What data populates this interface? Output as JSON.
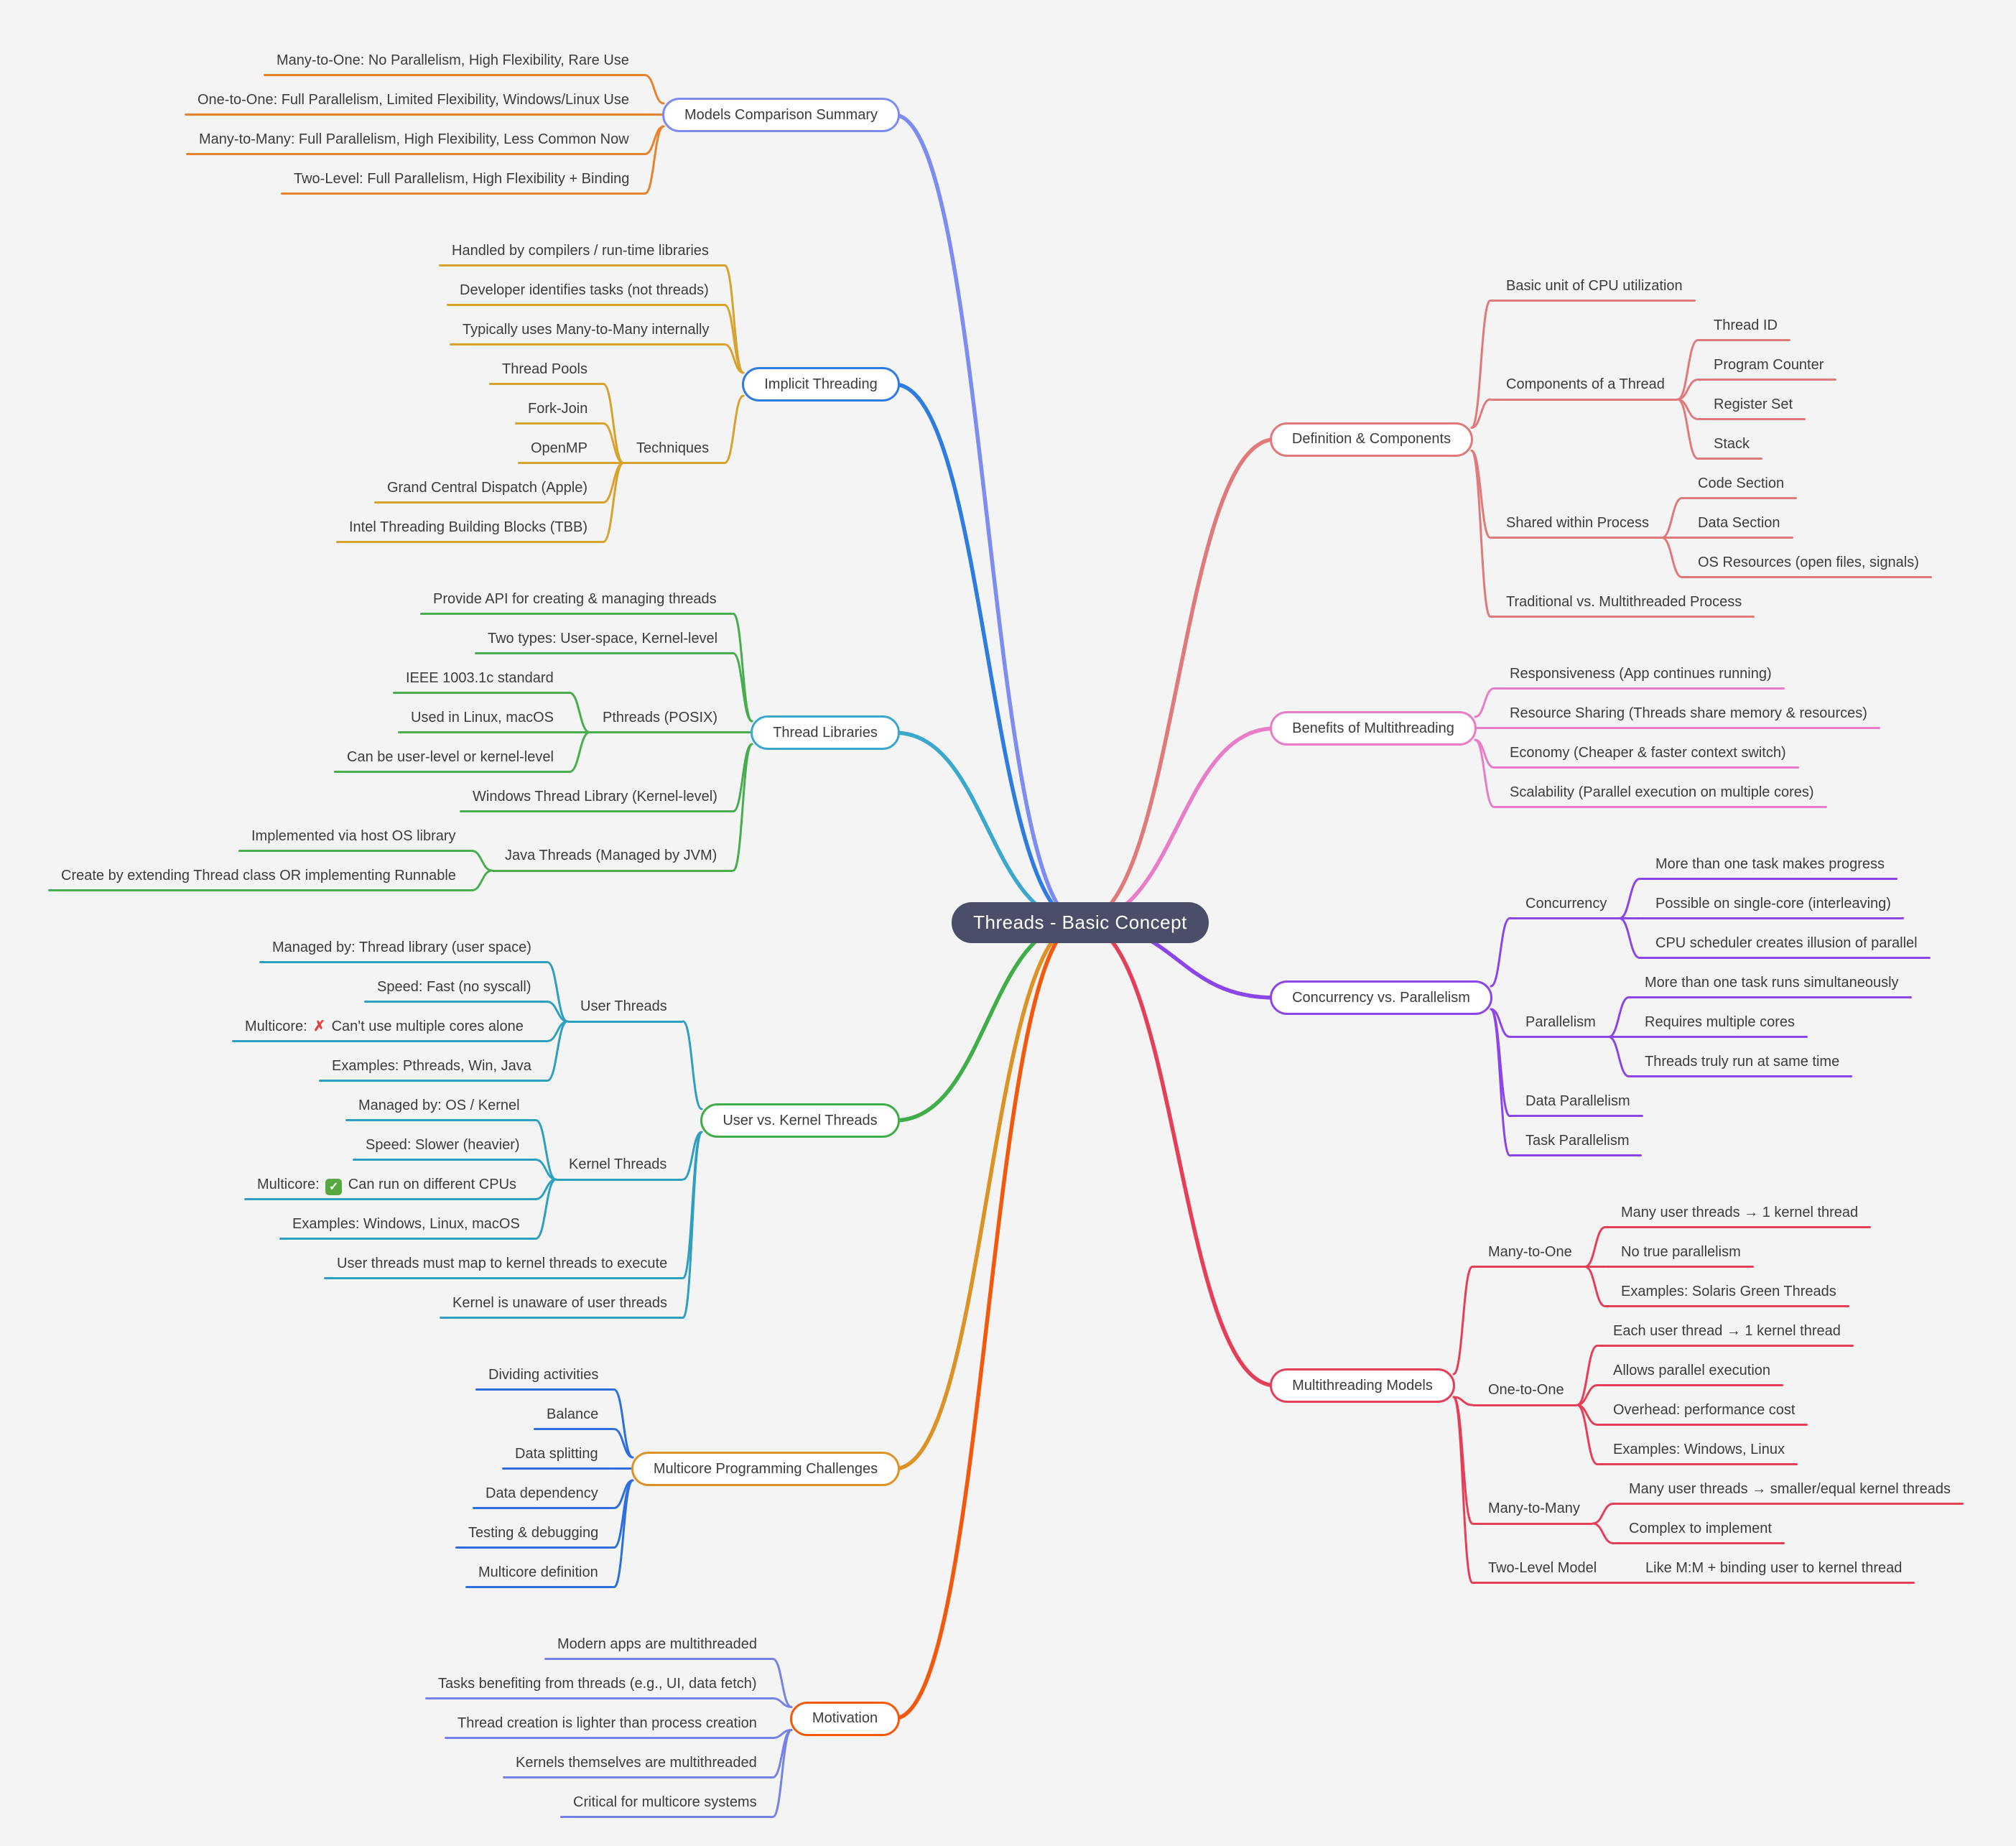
{
  "root": {
    "label": "Threads - Basic Concept"
  },
  "colors": {
    "canvas_bg": "#F4F4F4",
    "central_bg": "#4B4E68",
    "central_text": "#FFFFFF",
    "label_text": "#3A3C40",
    "cross_icon": "#E3413F",
    "check_icon": "#55A93F"
  },
  "left": [
    {
      "label": "Models Comparison Summary",
      "node_color": "#7D8CF0",
      "branch_color": "#E8832D",
      "children": [
        {
          "label": "Many-to-One: No Parallelism, High Flexibility, Rare Use"
        },
        {
          "label": "One-to-One: Full Parallelism, Limited Flexibility, Windows/Linux Use"
        },
        {
          "label": "Many-to-Many: Full Parallelism, High Flexibility, Less Common Now"
        },
        {
          "label": "Two-Level: Full Parallelism, High Flexibility + Binding"
        }
      ]
    },
    {
      "label": "Implicit Threading",
      "node_color": "#2E7CE0",
      "branch_color": "#D9A12E",
      "children": [
        {
          "label": "Handled by compilers / run-time libraries"
        },
        {
          "label": "Developer identifies tasks (not threads)"
        },
        {
          "label": "Typically uses Many-to-Many internally"
        },
        {
          "label": "Techniques",
          "children": [
            {
              "label": "Thread Pools"
            },
            {
              "label": "Fork-Join"
            },
            {
              "label": "OpenMP"
            },
            {
              "label": "Grand Central Dispatch (Apple)"
            },
            {
              "label": "Intel Threading Building Blocks (TBB)"
            }
          ]
        }
      ]
    },
    {
      "label": "Thread Libraries",
      "node_color": "#3AA8CC",
      "branch_color": "#47AD4E",
      "children": [
        {
          "label": "Provide API for creating & managing threads"
        },
        {
          "label": "Two types: User-space, Kernel-level"
        },
        {
          "label": "Pthreads (POSIX)",
          "children": [
            {
              "label": "IEEE 1003.1c standard"
            },
            {
              "label": "Used in Linux, macOS"
            },
            {
              "label": "Can be user-level or kernel-level"
            }
          ]
        },
        {
          "label": "Windows Thread Library (Kernel-level)"
        },
        {
          "label": "Java Threads (Managed by JVM)",
          "children": [
            {
              "label": "Implemented via host OS library"
            },
            {
              "label": "Create by extending Thread class OR implementing Runnable"
            }
          ]
        }
      ]
    },
    {
      "label": "User vs. Kernel Threads",
      "node_color": "#3FAE49",
      "branch_color": "#2E9FC0",
      "children": [
        {
          "label": "User Threads",
          "children": [
            {
              "label": "Managed by: Thread library (user space)"
            },
            {
              "label": "Speed: Fast (no syscall)"
            },
            {
              "label": "Multicore: ❌ Can't use multiple cores alone"
            },
            {
              "label": "Examples: Pthreads, Win, Java"
            }
          ]
        },
        {
          "label": "Kernel Threads",
          "children": [
            {
              "label": "Managed by: OS / Kernel"
            },
            {
              "label": "Speed: Slower (heavier)"
            },
            {
              "label": "Multicore: ✅ Can run on different CPUs"
            },
            {
              "label": "Examples: Windows, Linux, macOS"
            }
          ]
        },
        {
          "label": "User threads must map to kernel threads to execute"
        },
        {
          "label": "Kernel is unaware of user threads"
        }
      ]
    },
    {
      "label": "Multicore Programming Challenges",
      "node_color": "#DD9226",
      "branch_color": "#2E6FE0",
      "children": [
        {
          "label": "Dividing activities"
        },
        {
          "label": "Balance"
        },
        {
          "label": "Data splitting"
        },
        {
          "label": "Data dependency"
        },
        {
          "label": "Testing & debugging"
        },
        {
          "label": "Multicore definition"
        }
      ]
    },
    {
      "label": "Motivation",
      "node_color": "#F2590D",
      "branch_color": "#7583E8",
      "children": [
        {
          "label": "Modern apps are multithreaded"
        },
        {
          "label": "Tasks benefiting from threads (e.g., UI, data fetch)"
        },
        {
          "label": "Thread creation is lighter than process creation"
        },
        {
          "label": "Kernels themselves are multithreaded"
        },
        {
          "label": "Critical for multicore systems"
        }
      ]
    }
  ],
  "right": [
    {
      "label": "Definition & Components",
      "node_color": "#E07A7A",
      "branch_color": "#E07A7A",
      "children": [
        {
          "label": "Basic unit of CPU utilization"
        },
        {
          "label": "Components of a Thread",
          "children": [
            {
              "label": "Thread ID"
            },
            {
              "label": "Program Counter"
            },
            {
              "label": "Register Set"
            },
            {
              "label": "Stack"
            }
          ]
        },
        {
          "label": "Shared within Process",
          "children": [
            {
              "label": "Code Section"
            },
            {
              "label": "Data Section"
            },
            {
              "label": "OS Resources (open files, signals)"
            }
          ]
        },
        {
          "label": "Traditional vs. Multithreaded Process"
        }
      ]
    },
    {
      "label": "Benefits of Multithreading",
      "node_color": "#E87CC8",
      "branch_color": "#E87CC8",
      "children": [
        {
          "label": "Responsiveness (App continues running)"
        },
        {
          "label": "Resource Sharing (Threads share memory & resources)"
        },
        {
          "label": "Economy (Cheaper & faster context switch)"
        },
        {
          "label": "Scalability (Parallel execution on multiple cores)"
        }
      ]
    },
    {
      "label": "Concurrency vs. Parallelism",
      "node_color": "#8B45E8",
      "branch_color": "#8B45E8",
      "children": [
        {
          "label": "Concurrency",
          "children": [
            {
              "label": "More than one task makes progress"
            },
            {
              "label": "Possible on single-core (interleaving)"
            },
            {
              "label": "CPU scheduler creates illusion of parallel"
            }
          ]
        },
        {
          "label": "Parallelism",
          "children": [
            {
              "label": "More than one task runs simultaneously"
            },
            {
              "label": "Requires multiple cores"
            },
            {
              "label": "Threads truly run at same time"
            }
          ]
        },
        {
          "label": "Data Parallelism"
        },
        {
          "label": "Task Parallelism"
        }
      ]
    },
    {
      "label": "Multithreading Models",
      "node_color": "#E43F57",
      "branch_color": "#E43F57",
      "children": [
        {
          "label": "Many-to-One",
          "children": [
            {
              "label": "Many user threads → 1 kernel thread"
            },
            {
              "label": "No true parallelism"
            },
            {
              "label": "Examples: Solaris Green Threads"
            }
          ]
        },
        {
          "label": "One-to-One",
          "children": [
            {
              "label": "Each user thread → 1 kernel thread"
            },
            {
              "label": "Allows parallel execution"
            },
            {
              "label": "Overhead: performance cost"
            },
            {
              "label": "Examples: Windows, Linux"
            }
          ]
        },
        {
          "label": "Many-to-Many",
          "children": [
            {
              "label": "Many user threads → smaller/equal kernel threads"
            },
            {
              "label": "Complex to implement"
            }
          ]
        },
        {
          "label": "Two-Level Model",
          "children": [
            {
              "label": "Like M:M + binding user to kernel thread"
            }
          ]
        }
      ]
    }
  ]
}
